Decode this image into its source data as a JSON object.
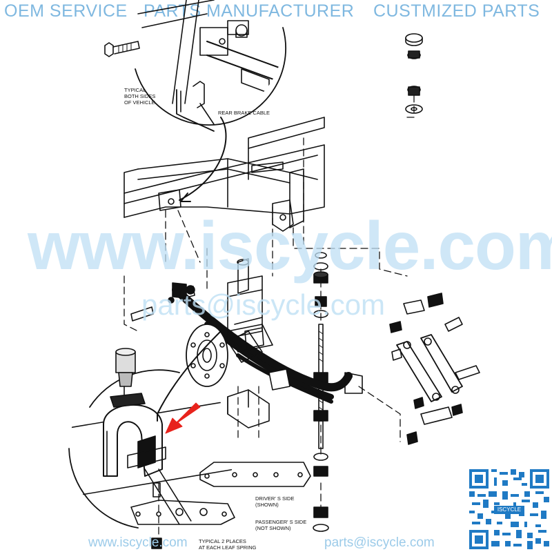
{
  "header": {
    "oem": "OEM SERVICE",
    "parts": "PARTS MANUFACTURER",
    "custom": "CUSTMIZED PARTS"
  },
  "watermark": {
    "site": "www.iscycle.com",
    "email": "parts@iscycle.com",
    "footer_site": "www.iscycle.com",
    "footer_email": "parts@iscycle.com"
  },
  "callouts": {
    "typical_both_sides": "TYPICAL\nBOTH SIDES\nOF VEHICLE",
    "rear_brake_cable": "REAR BRAKE CABLE",
    "drivers_side": "DRIVER' S SIDE\n(SHOWN)",
    "passengers_side": "PASSENGER' S SIDE\n(NOT SHOWN)",
    "typical_2_places": "TYPICAL 2 PLACES\nAT EACH LEAF SPRING"
  },
  "qr": {
    "label": "ISCYCLE"
  },
  "colors": {
    "line": "#111111",
    "watermark": "#bfe0f5",
    "banner": "#7fb8e0",
    "arrow": "#e8231c",
    "qr_blue": "#1f7ac4"
  }
}
